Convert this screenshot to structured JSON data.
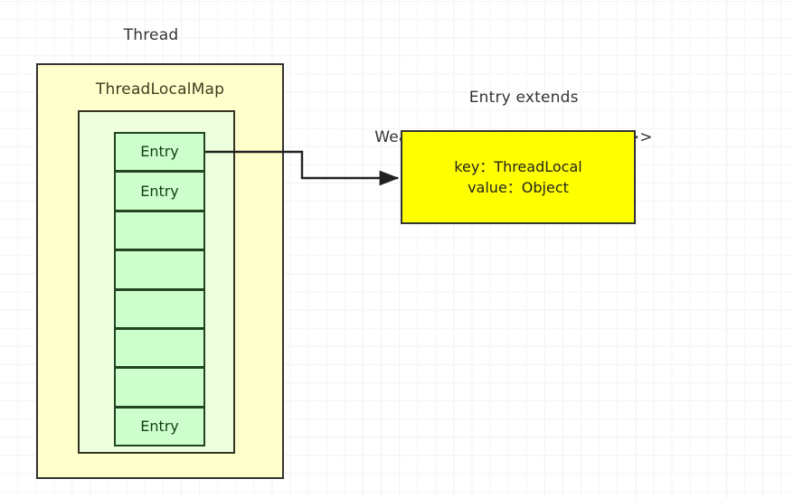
{
  "diagram": {
    "title_thread": "Thread",
    "title_map": "ThreadLocalMap",
    "entry_title_line1": "Entry extends",
    "entry_title_line2": "WeakReference<ThreadLocal<?>>",
    "colors": {
      "thread_box_fill": "#ffffcc",
      "map_box_fill": "#edffdd",
      "entry_cell_fill": "#ccffcc",
      "entry_detail_fill": "#ffff00",
      "stroke": "#333333",
      "entry_text": "#163d16",
      "grid": "#e8e8e8"
    },
    "entries": [
      {
        "label": "Entry"
      },
      {
        "label": "Entry"
      },
      {
        "label": ""
      },
      {
        "label": ""
      },
      {
        "label": ""
      },
      {
        "label": ""
      },
      {
        "label": ""
      },
      {
        "label": "Entry"
      }
    ],
    "entry_detail": {
      "key_line": "key：ThreadLocal",
      "value_line": "value：Object"
    }
  }
}
